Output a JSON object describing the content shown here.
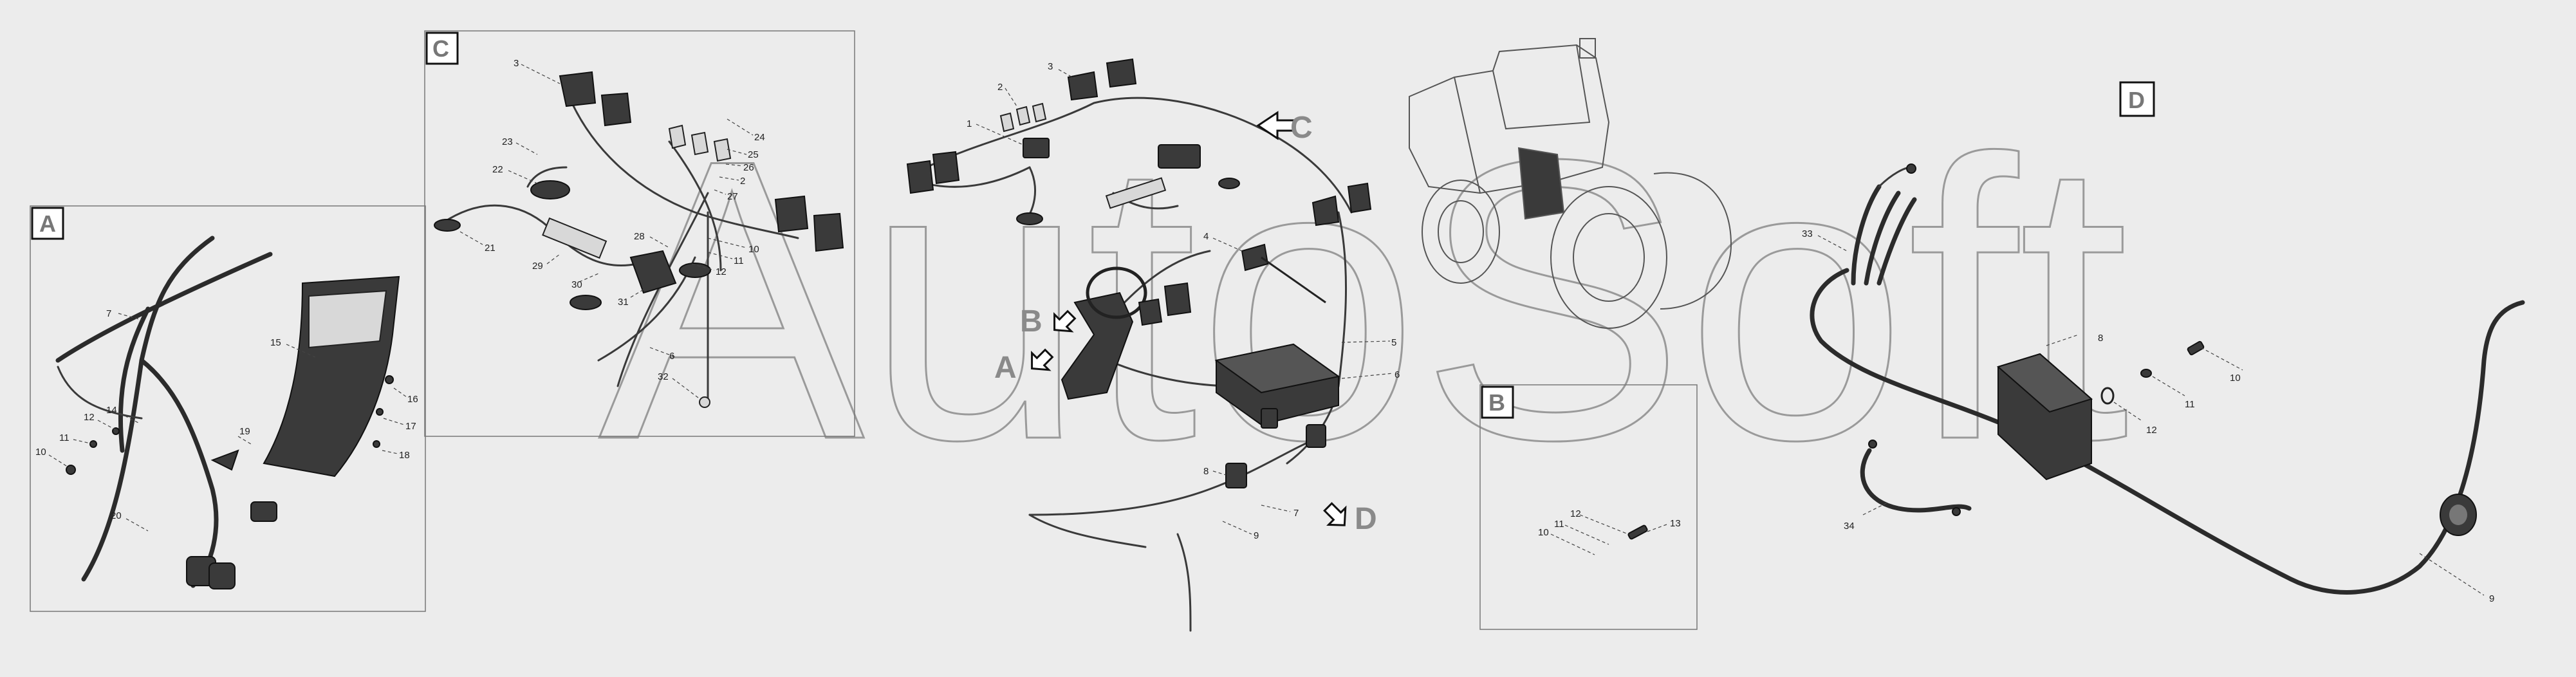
{
  "watermark": "AutoSoft",
  "panels": {
    "A": {
      "letter": "A",
      "callouts": [
        "7",
        "15",
        "14",
        "12",
        "11",
        "10",
        "19",
        "16",
        "17",
        "18",
        "20"
      ]
    },
    "C": {
      "letter": "C",
      "callouts": [
        "3",
        "23",
        "22",
        "21",
        "24",
        "25",
        "26",
        "2",
        "27",
        "10",
        "11",
        "12",
        "28",
        "29",
        "30",
        "31",
        "6",
        "32"
      ]
    },
    "center": {
      "callouts": [
        "3",
        "2",
        "1",
        "4",
        "5",
        "6",
        "8",
        "7",
        "9"
      ]
    },
    "B": {
      "letter": "B",
      "callouts": [
        "12",
        "11",
        "10",
        "13"
      ]
    },
    "D": {
      "letter": "D",
      "callouts": [
        "33",
        "8",
        "10",
        "11",
        "12",
        "34",
        "9"
      ]
    }
  },
  "arrows": {
    "A": "A",
    "B": "B",
    "C": "C",
    "D": "D"
  }
}
